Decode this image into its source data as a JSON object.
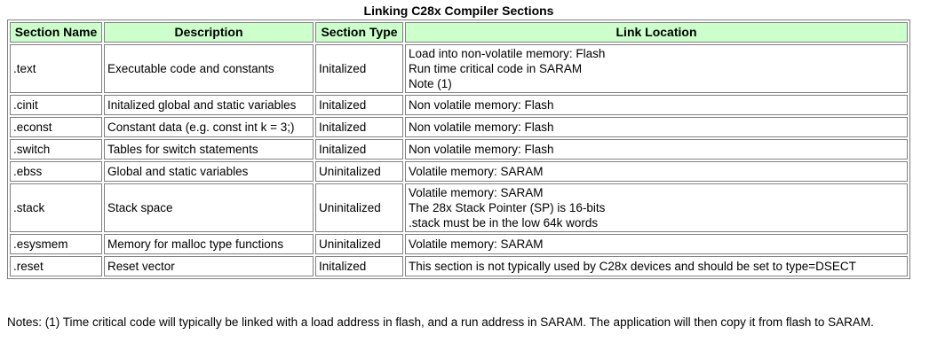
{
  "title": "Linking C28x Compiler Sections",
  "columns": [
    "Section Name",
    "Description",
    "Section Type",
    "Link Location"
  ],
  "rows": [
    {
      "name": ".text",
      "description": "Executable code and constants",
      "type": "Initalized",
      "location": [
        "Load into non-volatile memory: Flash",
        "Run time critical code in SARAM",
        "Note (1)"
      ]
    },
    {
      "name": ".cinit",
      "description": "Initalized global and static variables",
      "type": "Initalized",
      "location": [
        "Non volatile memory: Flash"
      ]
    },
    {
      "name": ".econst",
      "description": "Constant data (e.g. const int k = 3;)",
      "type": "Initalized",
      "location": [
        "Non volatile memory: Flash"
      ]
    },
    {
      "name": ".switch",
      "description": "Tables for switch statements",
      "type": "Initalized",
      "location": [
        "Non volatile memory: Flash"
      ]
    },
    {
      "name": ".ebss",
      "description": "Global and static variables",
      "type": "Uninitalized",
      "location": [
        "Volatile memory: SARAM"
      ]
    },
    {
      "name": ".stack",
      "description": "Stack space",
      "type": "Uninitalized",
      "location": [
        "Volatile memory: SARAM",
        "The 28x Stack Pointer (SP) is 16-bits",
        ".stack must be in the low 64k words"
      ]
    },
    {
      "name": ".esysmem",
      "description": "Memory for malloc type functions",
      "type": "Uninitalized",
      "location": [
        "Volatile memory: SARAM"
      ]
    },
    {
      "name": ".reset",
      "description": "Reset vector",
      "type": "Initalized",
      "location": [
        "This section is not typically used by C28x devices and should be set to type=DSECT"
      ]
    }
  ],
  "notes": "Notes: (1) Time critical code will typically be linked with a load address in flash, and a run address in SARAM. The application will then copy it from flash to SARAM.",
  "colors": {
    "header_background": "#ccffcc",
    "border": "#808080"
  }
}
